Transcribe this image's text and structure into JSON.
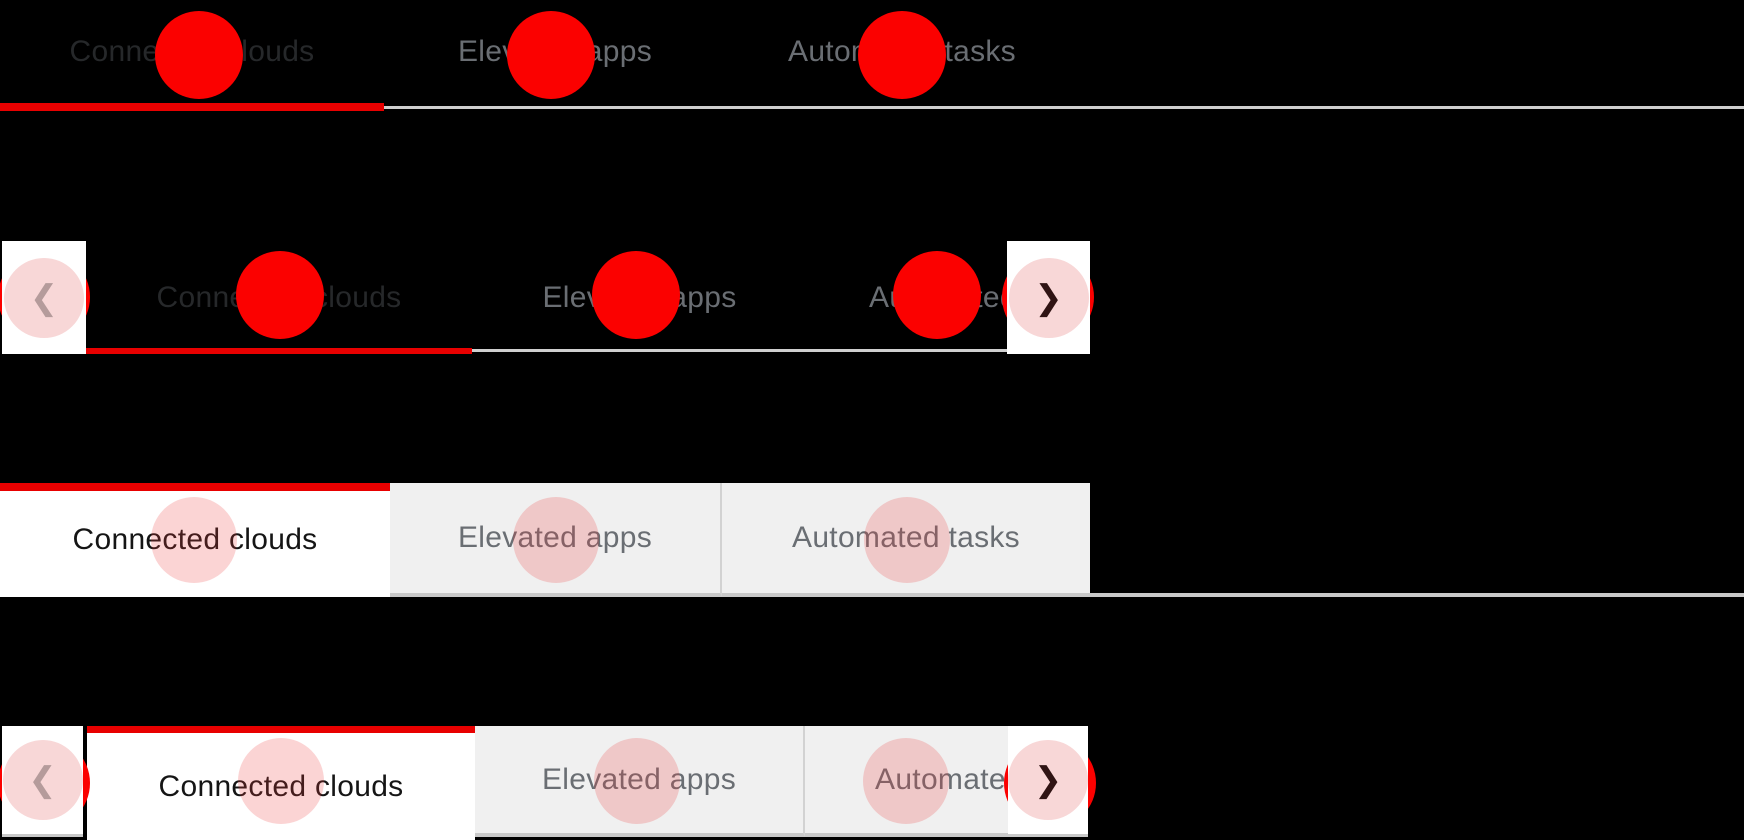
{
  "tabs": [
    "Connected clouds",
    "Elevated apps",
    "Automated tasks"
  ],
  "active_tab": "Connected clouds",
  "icons": {
    "chevron_left": "❮",
    "chevron_right": "❯"
  },
  "rows": [
    {
      "name": "tabs-underline",
      "active_tab": "Connected clouds"
    },
    {
      "name": "tabs-underline-scrollable",
      "active_tab": "Connected clouds"
    },
    {
      "name": "tabs-box",
      "active_tab": "Connected clouds"
    },
    {
      "name": "tabs-box-scrollable",
      "active_tab": "Connected clouds"
    }
  ],
  "colors": {
    "background": "#000000",
    "accent_red": "#e80000",
    "indicator_red": "#fb0100",
    "indicator_pink": "#f8d7d7",
    "active_text_light_theme": "#151515",
    "active_text_dark_theme": "#26282a",
    "inactive_text": "#6a6e73",
    "inactive_tab_bg": "#f0f0f0",
    "border_gray": "#c9c9c9",
    "divider_gray": "#d2d2d2"
  }
}
